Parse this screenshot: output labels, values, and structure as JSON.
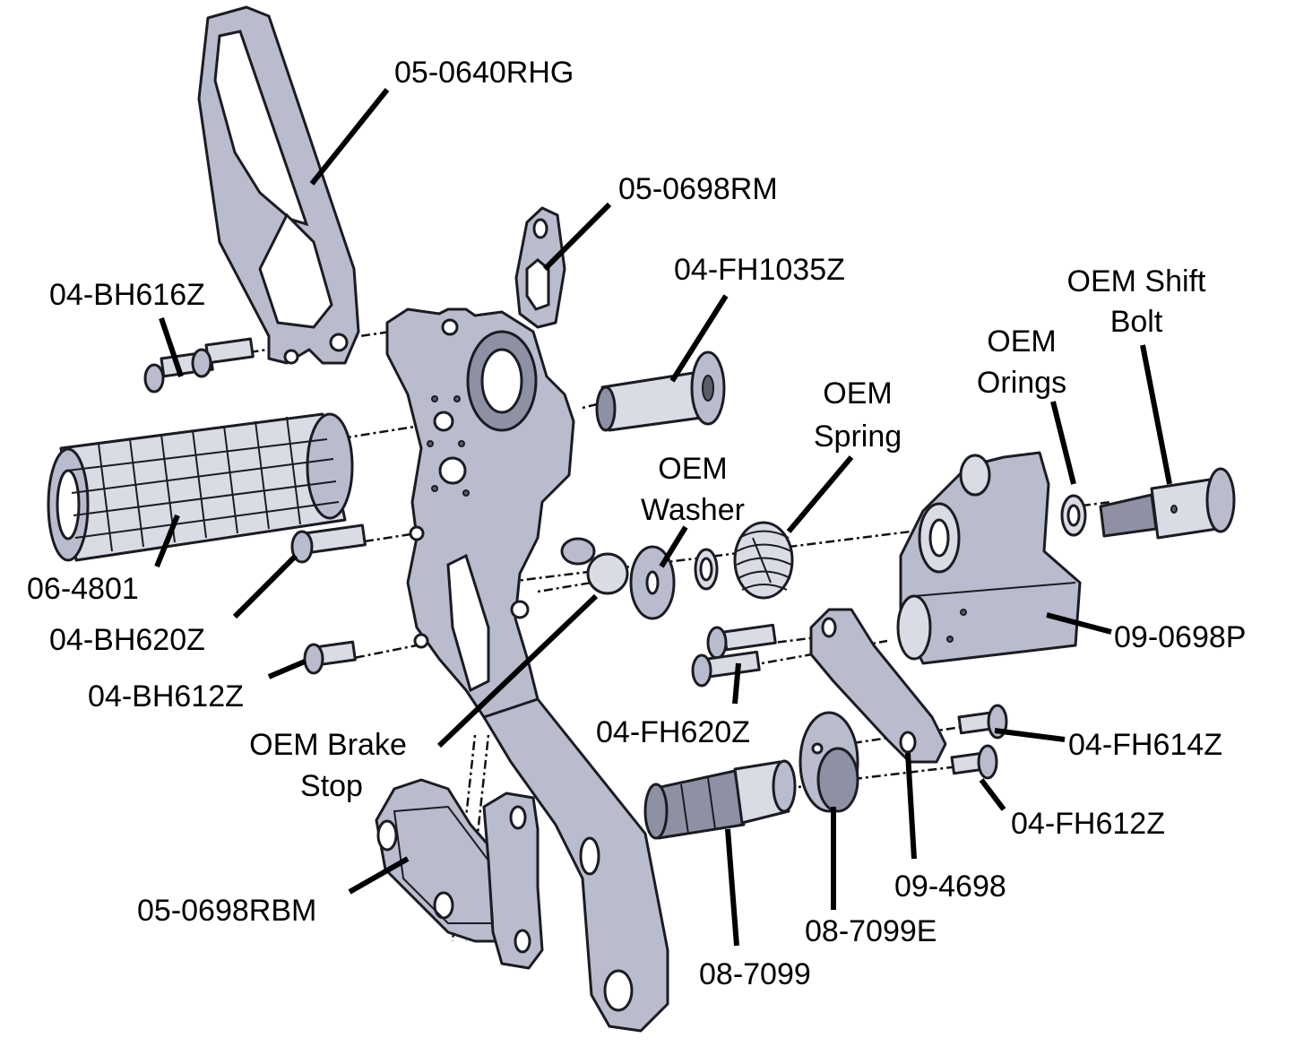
{
  "labels": {
    "l_0640rhg": "05-0640RHG",
    "l_0698rm": "05-0698RM",
    "l_fh1035z": "04-FH1035Z",
    "l_oem_shift_1": "OEM Shift",
    "l_oem_shift_2": "Bolt",
    "l_oem_orings_1": "OEM",
    "l_oem_orings_2": "Orings",
    "l_oem_spring_1": "OEM",
    "l_oem_spring_2": "Spring",
    "l_oem_washer_1": "OEM",
    "l_oem_washer_2": "Washer",
    "l_bh616z": "04-BH616Z",
    "l_4801": "06-4801",
    "l_bh620z": "04-BH620Z",
    "l_bh612z": "04-BH612Z",
    "l_oem_brake_1": "OEM Brake",
    "l_oem_brake_2": "Stop",
    "l_0698p": "09-0698P",
    "l_fh620z": "04-FH620Z",
    "l_fh614z": "04-FH614Z",
    "l_fh612z": "04-FH612Z",
    "l_4698": "09-4698",
    "l_7099e": "08-7099E",
    "l_0698rbm": "05-0698RBM",
    "l_7099": "08-7099"
  },
  "colors": {
    "part_fill": "#b8bccd",
    "outline": "#1b1c22",
    "background": "#ffffff",
    "label_text": "#000000"
  }
}
